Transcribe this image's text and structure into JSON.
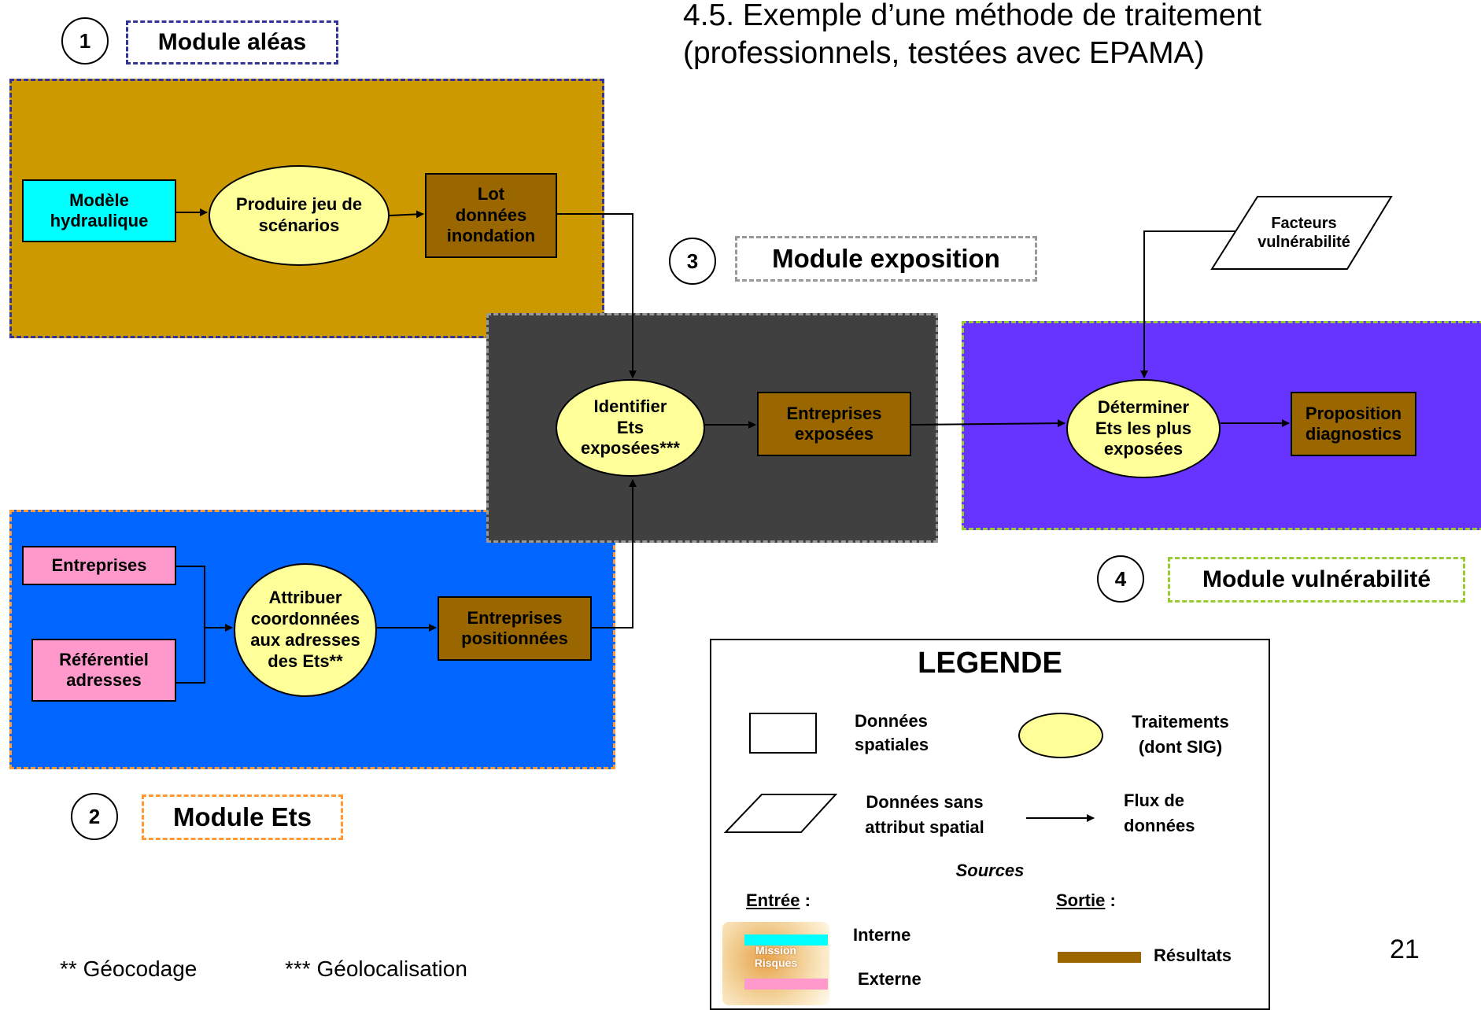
{
  "title": {
    "line1": "4.5. Exemple d’une méthode de traitement",
    "line2": "(professionnels, testées avec EPAMA)"
  },
  "modules": {
    "m1": {
      "number": "1",
      "label": "Module aléas"
    },
    "m2": {
      "number": "2",
      "label": "Module Ets"
    },
    "m3": {
      "number": "3",
      "label": "Module exposition"
    },
    "m4": {
      "number": "4",
      "label": "Module vulnérabilité"
    }
  },
  "nodes": {
    "modele": "Modèle\nhydraulique",
    "produire": "Produire jeu de\nscénarios",
    "lot": "Lot\ndonnées\ninondation",
    "entreprises": "Entreprises",
    "referentiel": "Référentiel\nadresses",
    "attribuer": "Attribuer\ncoordonnées\naux adresses\ndes Ets**",
    "positionnees": "Entreprises\npositionnées",
    "identifier": "Identifier\nEts\nexposées***",
    "exposees": "Entreprises\nexposées",
    "facteurs": "Facteurs\nvulnérabilité",
    "determiner": "Déterminer\nEts les plus\nexposées",
    "proposition": "Proposition\ndiagnostics"
  },
  "legend": {
    "title": "LEGENDE",
    "donnees_spatiales": "Données\nspatiales",
    "traitements": "Traitements\n(dont SIG)",
    "donnees_sans": "Données sans\nattribut spatial",
    "flux": "Flux de\ndonnées",
    "sources": "Sources",
    "entree": "Entrée",
    "entree_colon": " :",
    "sortie": "Sortie",
    "sortie_colon": " :",
    "interne": "Interne",
    "externe": "Externe",
    "resultats": "Résultats",
    "logo_text": "Mission Risques"
  },
  "footnotes": {
    "geocodage": "** Géocodage",
    "geolocalisation": "*** Géolocalisation"
  },
  "page_number": "21",
  "colors": {
    "alea_bg": "#cc9900",
    "ets_bg": "#0066ff",
    "exposition_bg": "#404040",
    "vulnerabilite_bg": "#6633ff",
    "internal_source": "#00ffff",
    "external_source": "#ff99cc",
    "result": "#996600",
    "treatment": "#ffff99"
  }
}
